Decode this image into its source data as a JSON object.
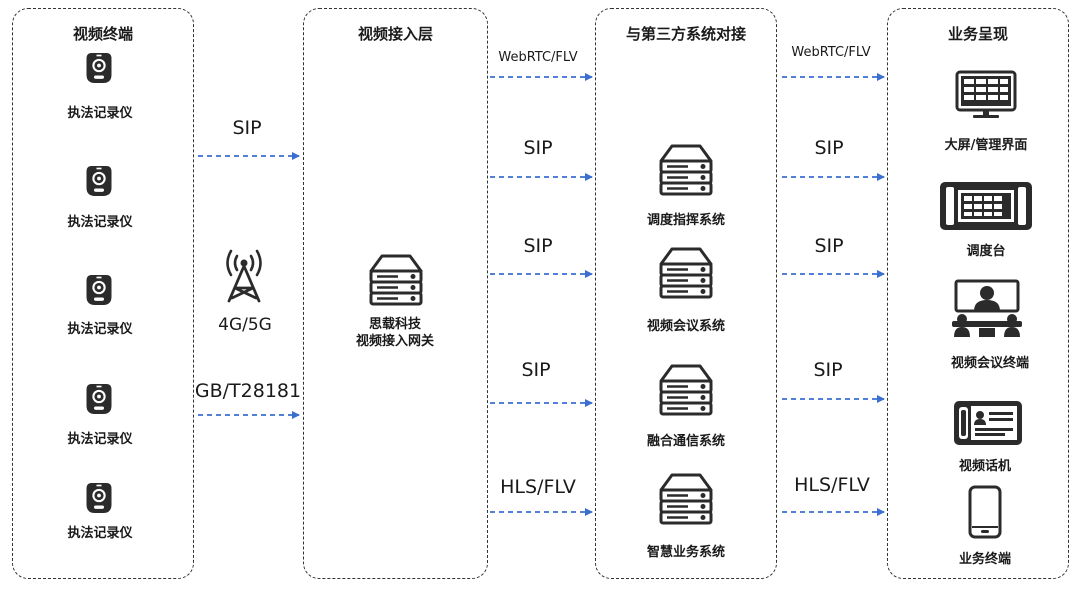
{
  "columns": {
    "terminals": {
      "title": "视频终端"
    },
    "access": {
      "title": "视频接入层"
    },
    "third_party": {
      "title": "与第三方系统对接"
    },
    "business": {
      "title": "业务呈现"
    }
  },
  "terminals": [
    {
      "label": "执法记录仪",
      "icon": "body-camera-icon"
    },
    {
      "label": "执法记录仪",
      "icon": "body-camera-icon"
    },
    {
      "label": "执法记录仪",
      "icon": "body-camera-icon"
    },
    {
      "label": "执法记录仪",
      "icon": "body-camera-icon"
    },
    {
      "label": "执法记录仪",
      "icon": "body-camera-icon"
    }
  ],
  "network": {
    "label": "4G/5G",
    "icon": "cell-tower-icon"
  },
  "left_links": {
    "sip": "SIP",
    "gb": "GB/T28181"
  },
  "gateway": {
    "line1": "思载科技",
    "line2": "视频接入网关",
    "icon": "server-icon"
  },
  "mid_links": [
    "WebRTC/FLV",
    "SIP",
    "SIP",
    "SIP",
    "HLS/FLV"
  ],
  "third_party_systems": [
    {
      "label": "调度指挥系统",
      "icon": "server-icon"
    },
    {
      "label": "视频会议系统",
      "icon": "server-icon"
    },
    {
      "label": "融合通信系统",
      "icon": "server-icon"
    },
    {
      "label": "智慧业务系统",
      "icon": "server-icon"
    }
  ],
  "right_links": [
    "WebRTC/FLV",
    "SIP",
    "SIP",
    "SIP",
    "HLS/FLV"
  ],
  "outputs": [
    {
      "label": "大屏/管理界面",
      "icon": "video-wall-icon"
    },
    {
      "label": "调度台",
      "icon": "dispatch-console-icon"
    },
    {
      "label": "视频会议终端",
      "icon": "conference-terminal-icon"
    },
    {
      "label": "视频话机",
      "icon": "video-phone-icon"
    },
    {
      "label": "业务终端",
      "icon": "smartphone-icon"
    }
  ],
  "colors": {
    "arrow": "#3a6fd0",
    "icon": "#2b2b2b",
    "border": "#333333"
  }
}
